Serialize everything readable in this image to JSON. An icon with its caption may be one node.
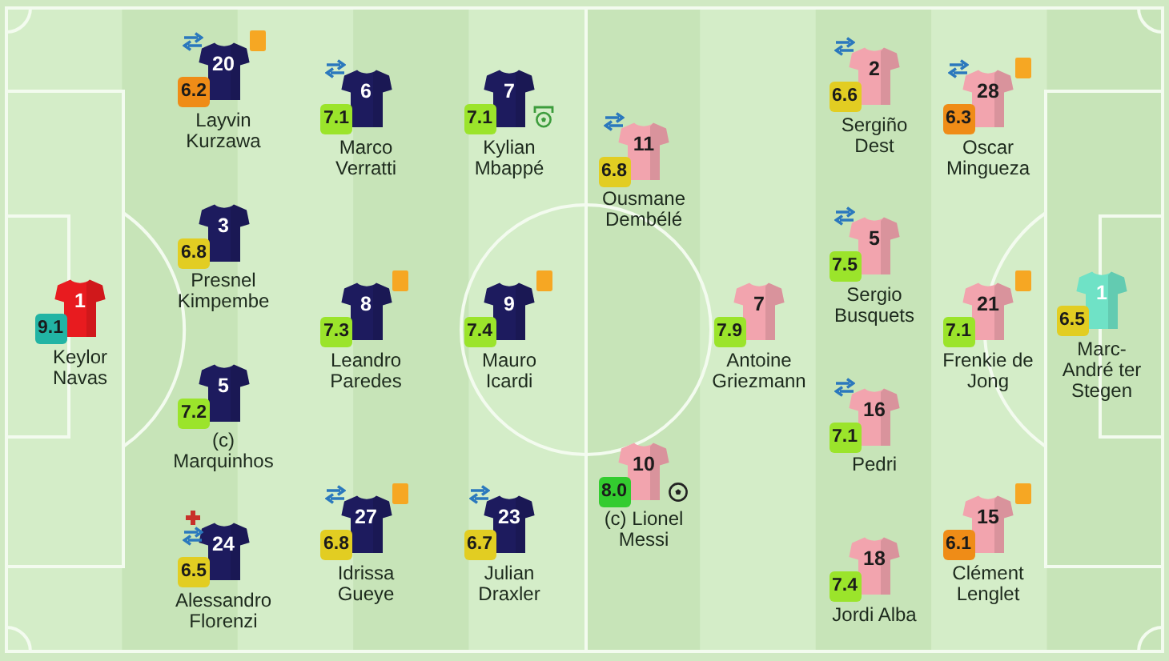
{
  "diagram": {
    "nodes": [
      {
        "text": [
          "1"
        ],
        "beside": [
          "9.1",
          "Keylor Navas"
        ]
      },
      {
        "text": [
          "20"
        ],
        "beside": [
          "6.2",
          "Layvin Kurzawa"
        ]
      },
      {
        "text": [
          "3"
        ],
        "beside": [
          "6.8",
          "Presnel Kimpembe"
        ]
      },
      {
        "text": [
          "5"
        ],
        "beside": [
          "7.2",
          "(c) Marquinhos"
        ]
      },
      {
        "text": [
          "24"
        ],
        "beside": [
          "6.5",
          "Alessandro Florenzi"
        ]
      },
      {
        "text": [
          "6"
        ],
        "beside": [
          "7.1",
          "Marco Verratti"
        ]
      },
      {
        "text": [
          "8"
        ],
        "beside": [
          "7.3",
          "Leandro Paredes"
        ]
      },
      {
        "text": [
          "27"
        ],
        "beside": [
          "6.8",
          "Idrissa Gueye"
        ]
      },
      {
        "text": [
          "7"
        ],
        "beside": [
          "7.1",
          "Kylian Mbappé"
        ]
      },
      {
        "text": [
          "9"
        ],
        "beside": [
          "7.4",
          "Mauro Icardi"
        ]
      },
      {
        "text": [
          "23"
        ],
        "beside": [
          "6.7",
          "Julian Draxler"
        ]
      },
      {
        "text": [
          "11"
        ],
        "beside": [
          "6.8",
          "Ousmane Dembélé"
        ]
      },
      {
        "text": [
          "7"
        ],
        "beside": [
          "7.9",
          "Antoine Griezmann"
        ]
      },
      {
        "text": [
          "10"
        ],
        "beside": [
          "8.0",
          "(c) Lionel Messi"
        ]
      },
      {
        "text": [
          "2"
        ],
        "beside": [
          "6.6",
          "Sergiño Dest"
        ]
      },
      {
        "text": [
          "5"
        ],
        "beside": [
          "7.5",
          "Sergio Busquets"
        ]
      },
      {
        "text": [
          "16"
        ],
        "beside": [
          "7.1",
          "Pedri"
        ]
      },
      {
        "text": [
          "18"
        ],
        "beside": [
          "7.4",
          "Jordi Alba"
        ]
      },
      {
        "text": [
          "28"
        ],
        "beside": [
          "6.3",
          "Oscar Mingueza"
        ]
      },
      {
        "text": [
          "21"
        ],
        "beside": [
          "7.1",
          "Frenkie de Jong"
        ]
      },
      {
        "text": [
          "15"
        ],
        "beside": [
          "6.1",
          "Clément Lenglet"
        ]
      },
      {
        "text": [
          "1"
        ],
        "beside": [
          "6.5",
          "Marc-André ter Stegen"
        ]
      }
    ]
  }
}
